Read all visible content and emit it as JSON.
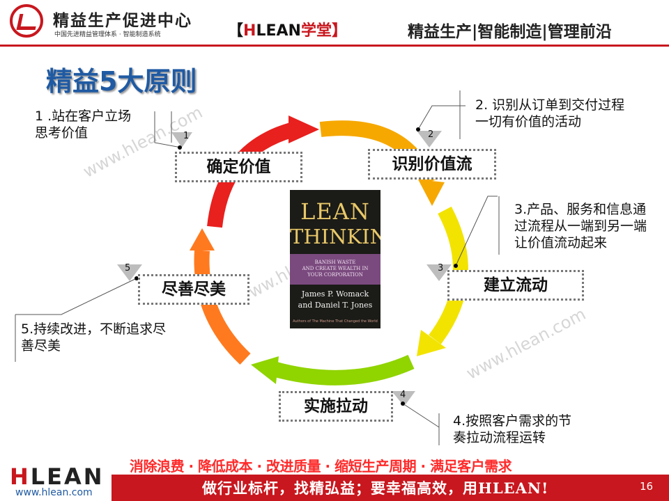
{
  "header": {
    "logo_title": "精益生产促进中心",
    "logo_subtitle": "中国先进精益管理体系 · 智能制造系统",
    "brand_prefix": "【",
    "brand_h": "H",
    "brand_rest": "LEAN",
    "brand_suffix": "学堂】",
    "tagline": "精益生产|智能制造|管理前沿"
  },
  "page_title": "精益5大原则",
  "watermark": "www.hlean.com",
  "steps": [
    {
      "number": "1",
      "label": "确定价值",
      "note_line1": "1 .站在客户立场",
      "note_line2": "思考价值"
    },
    {
      "number": "2",
      "label": "识别价值流",
      "note_line1": "2. 识别从订单到交付过程",
      "note_line2": "一切有价值的活动"
    },
    {
      "number": "3",
      "label": "建立流动",
      "note_line1": "3.产品、服务和信息通",
      "note_line2": "过流程从一端到另一端",
      "note_line3": "让价值流动起来"
    },
    {
      "number": "4",
      "label": "实施拉动",
      "note_line1": "4.按照客户需求的节",
      "note_line2": "奏拉动流程运转"
    },
    {
      "number": "5",
      "label": "尽善尽美",
      "note_line1": "5.持续改进，不断追求尽",
      "note_line2": "善尽美"
    }
  ],
  "book": {
    "title1": "LEAN",
    "title2": "THINKING",
    "band_line1": "BANISH WASTE",
    "band_line2": "AND CREATE WEALTH IN",
    "band_line3": "YOUR CORPORATION",
    "author1": "James P. Womack",
    "author2": "and Daniel T. Jones",
    "foot": "Authors of The Machine That Changed the World"
  },
  "footer": {
    "slogan": "消除浪费 · 降低成本 · 改进质量 · 缩短生产周期 · 满足客户需求",
    "motto": "做行业标杆，找精弘益；要幸福高效，用HLEAN!",
    "page_number": "16",
    "logo_h": "H",
    "logo_rest": "LEAN",
    "url": "www.hlean.com"
  },
  "colors": {
    "accent_red": "#c8171e",
    "title_blue": "#1f5aa3",
    "cycle": [
      "#e8201e",
      "#f7a400",
      "#f2e300",
      "#8fd400",
      "#ff7a1f"
    ]
  }
}
